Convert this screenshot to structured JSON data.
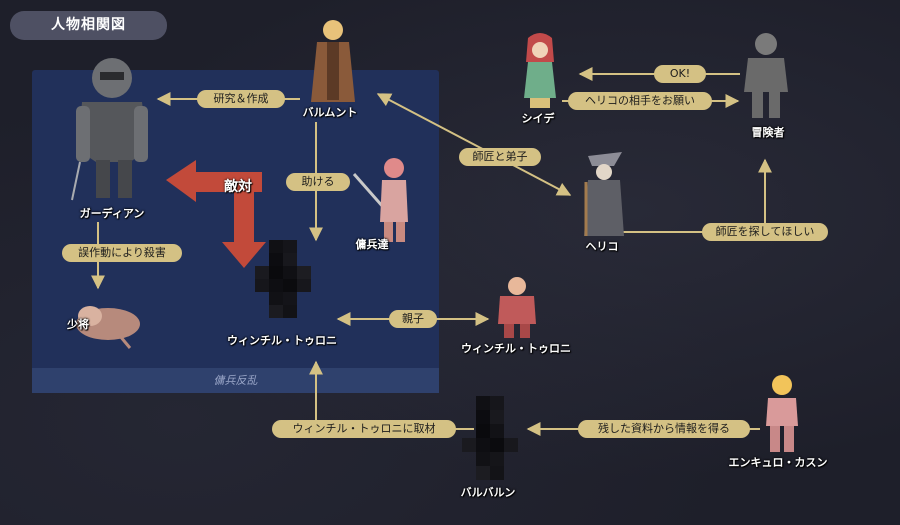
{
  "title": "人物相関図",
  "group_label": "傭兵反乱",
  "hostile_label": "敵対",
  "characters": {
    "guardian": "ガーディアン",
    "balmunt": "バルムント",
    "mercenaries": "傭兵達",
    "sidhe": "シイデ",
    "adventurer": "冒険者",
    "heliko": "ヘリコ",
    "major": "少将",
    "winchill_hidden": "ウィンチル・トゥロニ",
    "winchill": "ウィンチル・トゥロニ",
    "balbalun": "バルバルン",
    "enkyuro": "エンキュロ・カスン"
  },
  "relations": {
    "research": "研究＆作成",
    "help": "助ける",
    "mentor": "師匠と弟子",
    "ok": "OK!",
    "ask_heliko": "ヘリコの相手をお願い",
    "misfire": "誤作動により殺害",
    "find_master": "師匠を探してほしい",
    "parent": "親子",
    "interview": "ウィンチル・トゥロニに取材",
    "documents": "残した資料から情報を得る"
  },
  "colors": {
    "background": "#1e1f2a",
    "group_panel": "#21305a",
    "line": "#d4c184",
    "hostile_arrow": "#c24a3a"
  }
}
